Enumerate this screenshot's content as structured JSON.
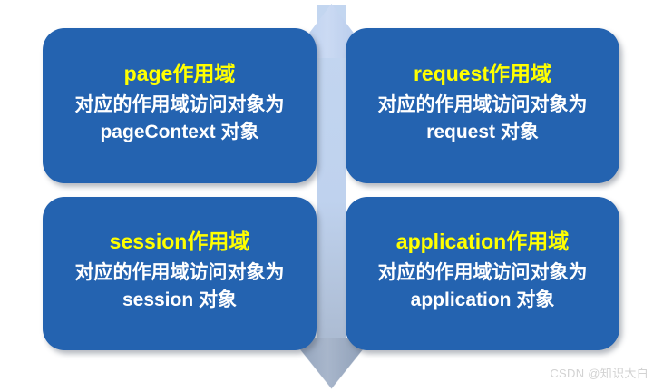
{
  "diagram": {
    "background_color": "#ffffff",
    "box_color": "#2463B0",
    "title_color": "#FFFF00",
    "body_color": "#FFFFFF",
    "arrow_color_up": "#C3D6F0",
    "arrow_color_down": "#9BABC2",
    "boxes": [
      {
        "id": "page",
        "title": "page作用域",
        "line1": "对应的作用域访问对象为",
        "line2": "pageContext 对象"
      },
      {
        "id": "request",
        "title": "request作用域",
        "line1": "对应的作用域访问对象为",
        "line2": "request 对象"
      },
      {
        "id": "session",
        "title": "session作用域",
        "line1": "对应的作用域访问对象为",
        "line2": "session 对象"
      },
      {
        "id": "application",
        "title": "application作用域",
        "line1": "对应的作用域访问对象为",
        "line2": "application 对象"
      }
    ]
  },
  "watermark": {
    "text": "CSDN @知识大白"
  }
}
